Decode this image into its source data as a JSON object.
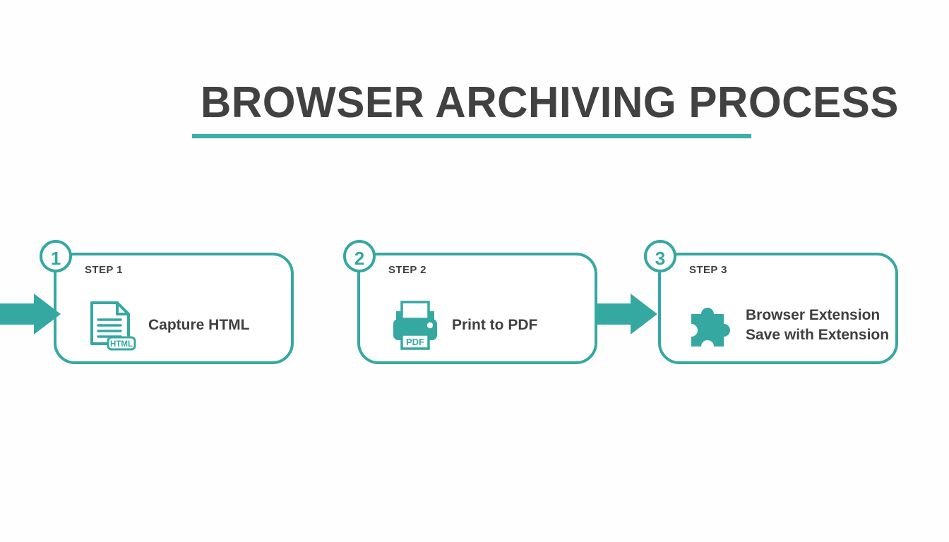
{
  "slide": {
    "background_color": "#FEFEFE",
    "accent_color": "#35A8A1",
    "text_color": "#3F3F3F"
  },
  "header": {
    "title": "BROWSER ARCHIVING PROCESS"
  },
  "process": {
    "steps": [
      {
        "number": "1",
        "step_label": "STEP 1",
        "icon": "html-document-icon",
        "icon_tag": "HTML",
        "text_lines": [
          "Capture HTML"
        ]
      },
      {
        "number": "2",
        "step_label": "STEP 2",
        "icon": "printer-icon",
        "icon_tag": "PDF",
        "text_lines": [
          "Print to PDF"
        ]
      },
      {
        "number": "3",
        "step_label": "STEP 3",
        "icon": "puzzle-piece-icon",
        "icon_tag": "",
        "text_lines": [
          "Browser Extension",
          "Save with Extension"
        ]
      }
    ],
    "connectors": [
      "arrow-right-icon",
      "arrow-right-icon"
    ]
  }
}
